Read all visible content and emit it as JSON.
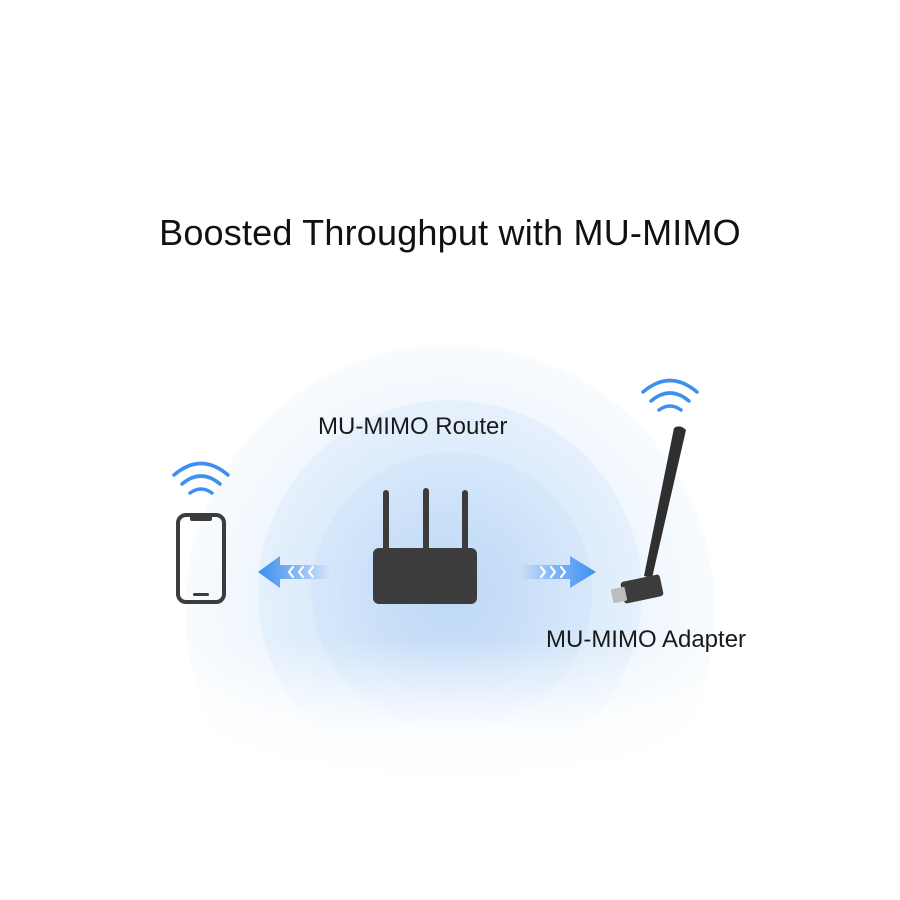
{
  "title": "Boosted Throughput with MU-MIMO",
  "router": {
    "label": "MU-MIMO Router",
    "icon": "router-icon"
  },
  "adapter": {
    "label": "MU-MIMO Adapter",
    "icon": "usb-adapter-icon"
  },
  "phone": {
    "icon": "smartphone-icon"
  },
  "arrows": {
    "left_glyph": "‹‹‹",
    "right_glyph": "›››"
  },
  "colors": {
    "arrow_blue": "#3d8ff0",
    "device_dark": "#3c3c3c",
    "wifi_blue": "#3d8ff0",
    "glow_blue": "#d6e8fa"
  }
}
